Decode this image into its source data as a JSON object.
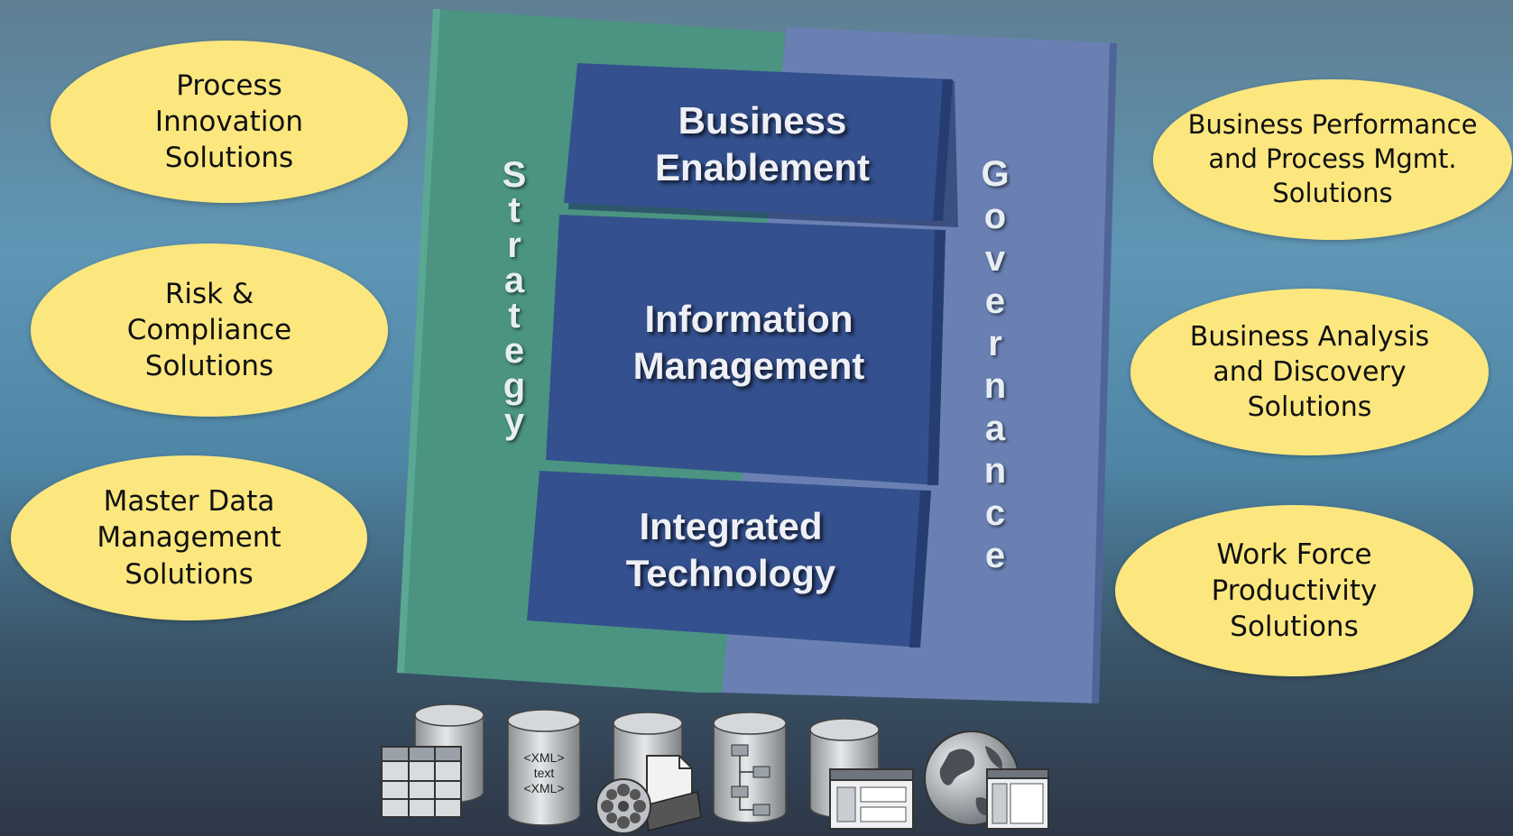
{
  "columns": {
    "strategy_letters": [
      "S",
      "t",
      "r",
      "a",
      "t",
      "e",
      "g",
      "y"
    ],
    "governance_letters": [
      "G",
      "o",
      "v",
      "e",
      "r",
      "n",
      "a",
      "n",
      "c",
      "e"
    ]
  },
  "layers": [
    {
      "label": "Business\nEnablement"
    },
    {
      "label": "Information\nManagement"
    },
    {
      "label": "Integrated\nTechnology"
    }
  ],
  "left_ovals": [
    {
      "label": "Process\nInnovation\nSolutions"
    },
    {
      "label": "Risk &\nCompliance\nSolutions"
    },
    {
      "label": "Master Data\nManagement\nSolutions"
    }
  ],
  "right_ovals": [
    {
      "label": "Business Performance\nand Process Mgmt.\nSolutions"
    },
    {
      "label": "Business Analysis\nand Discovery\nSolutions"
    },
    {
      "label": "Work Force\nProductivity\nSolutions"
    }
  ],
  "data_source_icons": [
    {
      "icon": "database-table-icon"
    },
    {
      "icon": "database-xml-icon",
      "line1": "<XML>",
      "line2": "text",
      "line3": "<XML>"
    },
    {
      "icon": "database-media-icon"
    },
    {
      "icon": "database-hierarchy-icon"
    },
    {
      "icon": "database-application-icon"
    },
    {
      "icon": "web-globe-icon"
    }
  ],
  "colors": {
    "strategy": "#4a9481",
    "governance": "#6a80b3",
    "layer": "#34508e",
    "oval": "#fbe77e"
  }
}
